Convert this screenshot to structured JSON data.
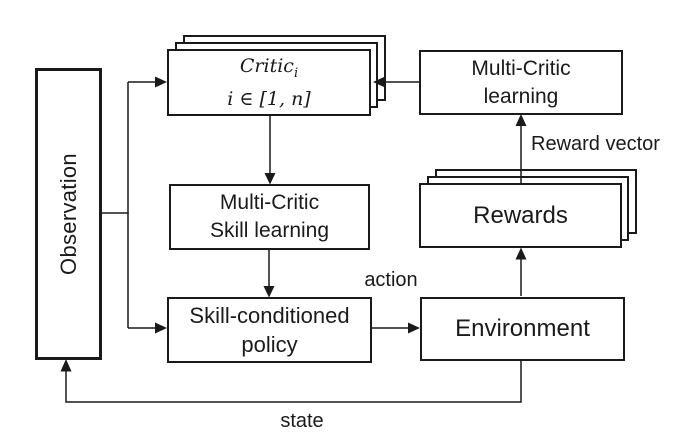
{
  "diagram": {
    "background_color": "#ffffff",
    "stroke_color": "#1a1a1a",
    "boxes": {
      "observation": {
        "label": "Observation"
      },
      "critic": {
        "name": "Critic",
        "subscript": "i",
        "domain": "i ∈ [1, n]",
        "stacked": true
      },
      "multi_critic_learning": {
        "line1": "Multi-Critic",
        "line2": "learning"
      },
      "multi_critic_skill_learning": {
        "line1": "Multi-Critic",
        "line2": "Skill learning"
      },
      "rewards": {
        "label": "Rewards",
        "stacked": true
      },
      "skill_conditioned_policy": {
        "line1": "Skill-conditioned",
        "line2": "policy"
      },
      "environment": {
        "label": "Environment"
      }
    },
    "edge_labels": {
      "reward_vector": "Reward vector",
      "action": "action",
      "state": "state"
    },
    "edges": [
      {
        "from": "observation",
        "to": "critic",
        "label": ""
      },
      {
        "from": "observation",
        "to": "skill_conditioned_policy",
        "label": ""
      },
      {
        "from": "critic",
        "to": "multi_critic_skill_learning",
        "label": ""
      },
      {
        "from": "multi_critic_skill_learning",
        "to": "skill_conditioned_policy",
        "label": ""
      },
      {
        "from": "skill_conditioned_policy",
        "to": "environment",
        "label": "action"
      },
      {
        "from": "environment",
        "to": "rewards",
        "label": ""
      },
      {
        "from": "rewards",
        "to": "multi_critic_learning",
        "label": "Reward vector"
      },
      {
        "from": "multi_critic_learning",
        "to": "critic",
        "label": ""
      },
      {
        "from": "environment",
        "to": "observation",
        "label": "state"
      }
    ]
  }
}
